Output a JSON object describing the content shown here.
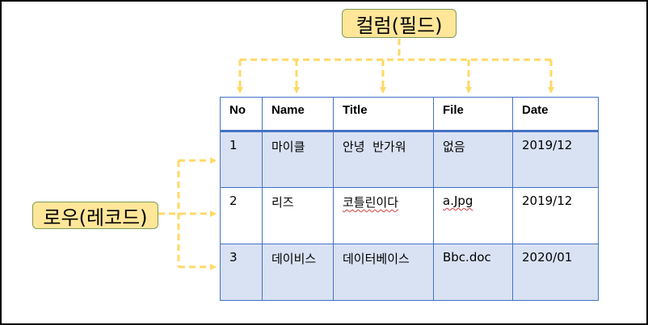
{
  "callouts": {
    "column": "컬럼(필드)",
    "row": "로우(레코드)"
  },
  "table": {
    "headers": [
      "No",
      "Name",
      "Title",
      "File",
      "Date"
    ],
    "rows": [
      [
        "1",
        "마이클",
        "안녕  반가워",
        "없음",
        "2019/12"
      ],
      [
        "2",
        "리즈",
        "코틀린이다",
        "a.Jpg",
        "2019/12"
      ],
      [
        "3",
        "데이비스",
        "데이터베이스",
        "Bbc.doc",
        "2020/01"
      ]
    ]
  },
  "colors": {
    "callout_fill": "#ffe699",
    "arrow": "#ffd966",
    "table_border": "#4472c4",
    "row_band": "#d9e2f3"
  }
}
